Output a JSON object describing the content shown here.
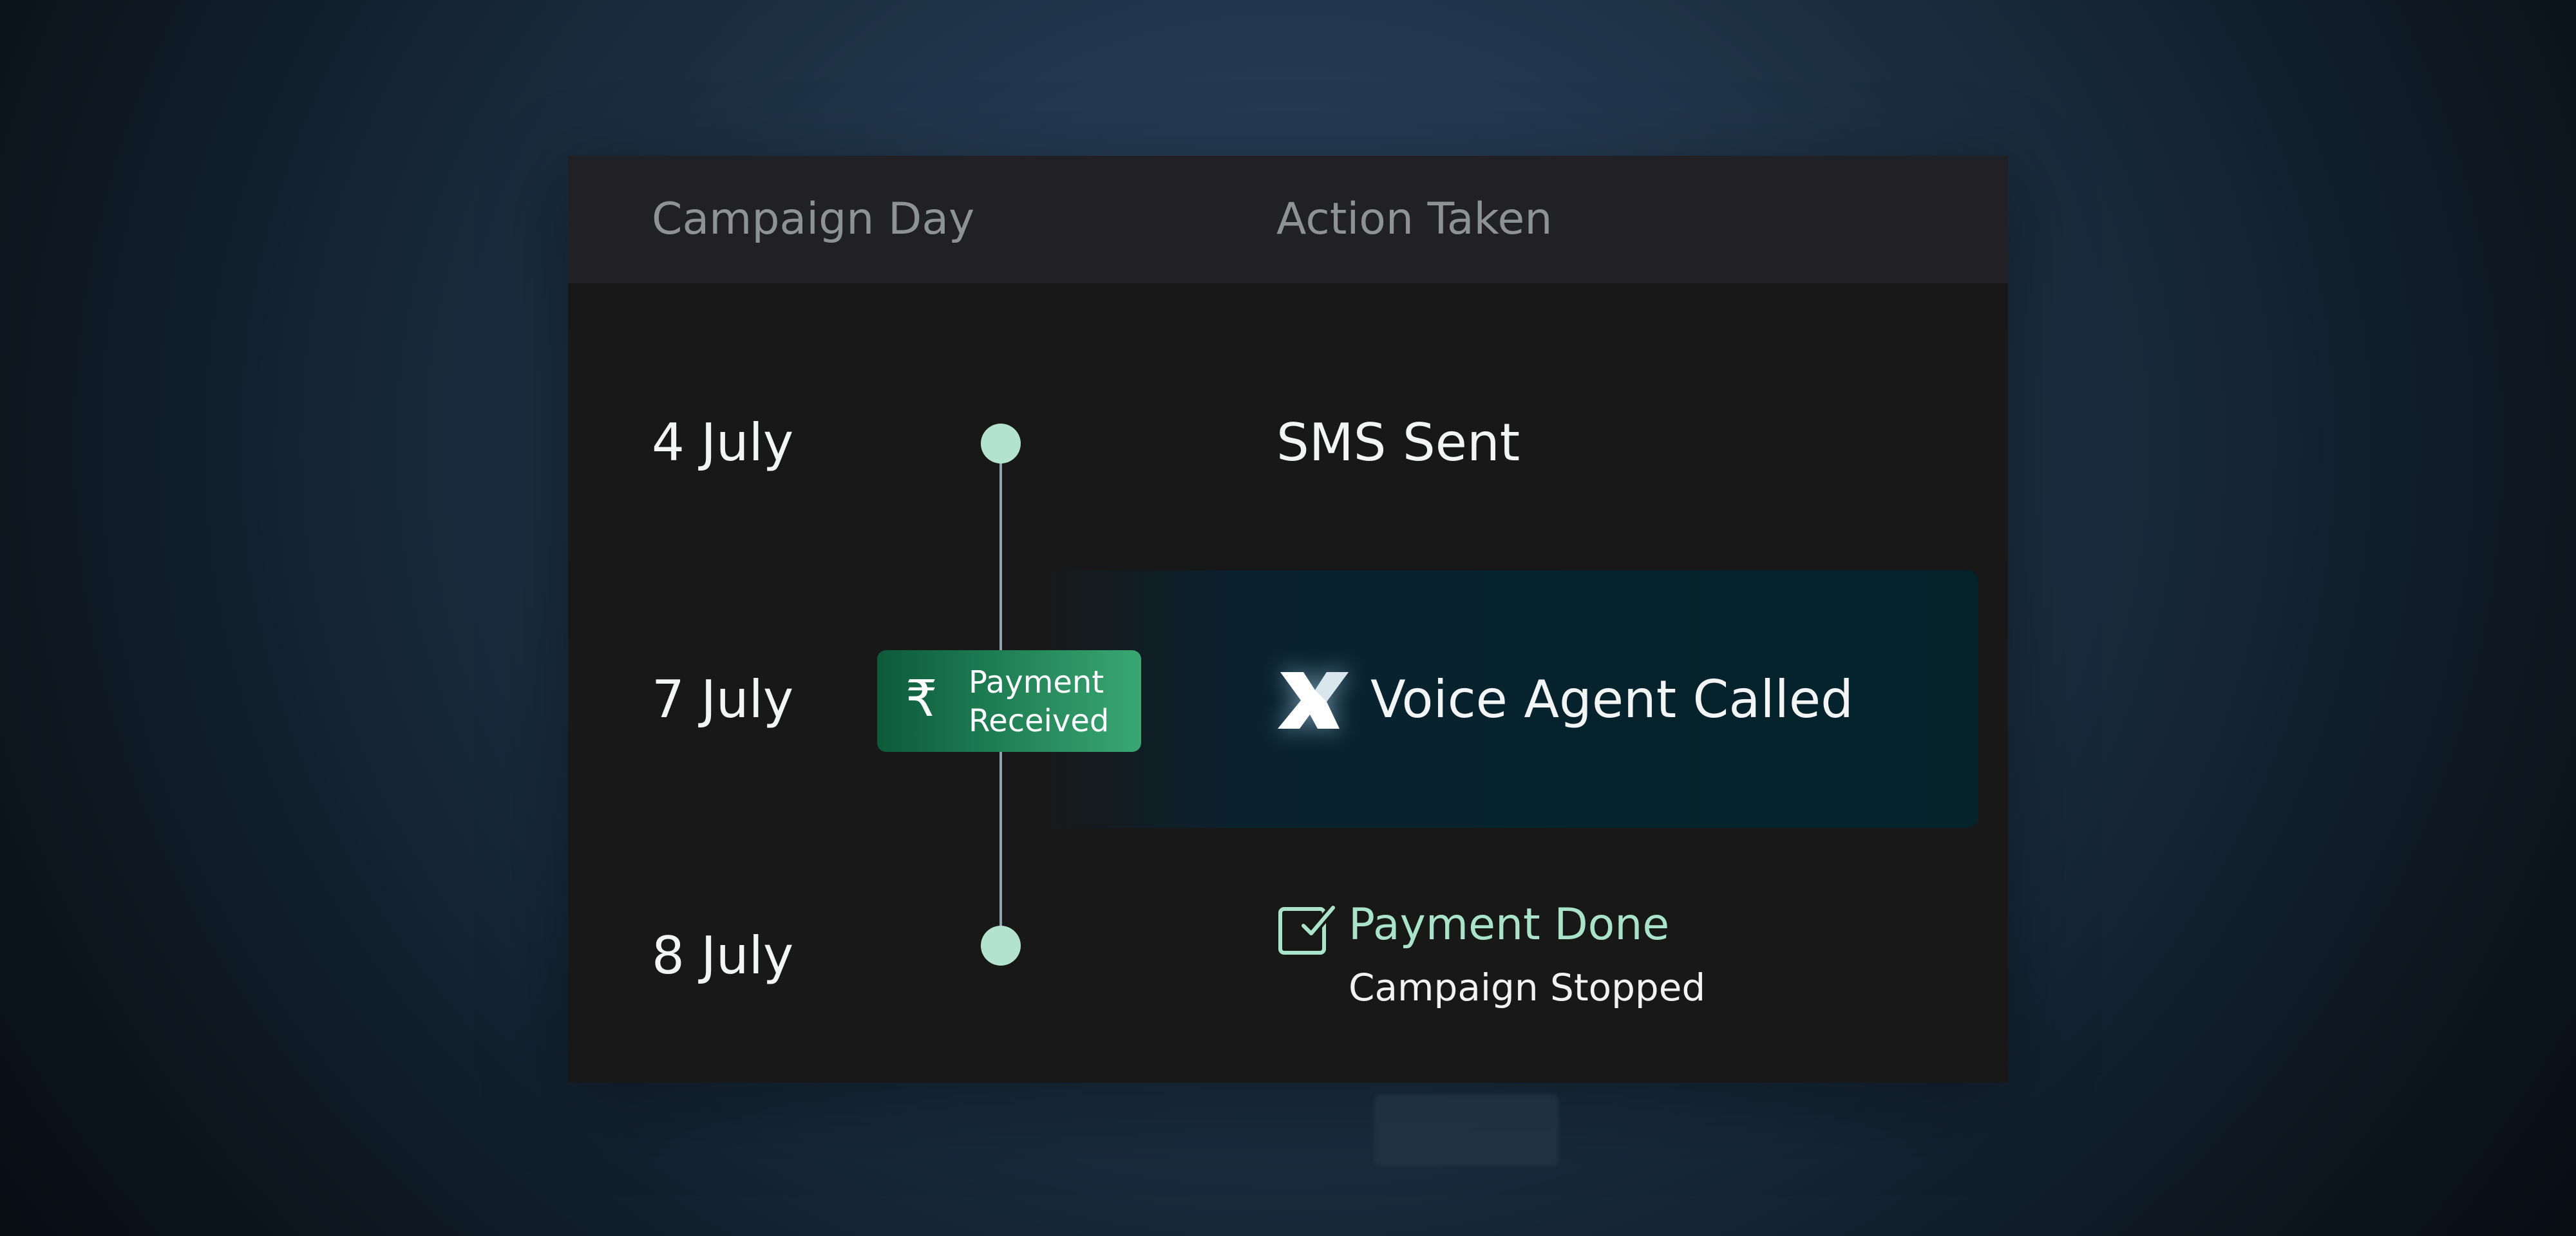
{
  "table": {
    "headers": {
      "day": "Campaign Day",
      "action": "Action Taken"
    },
    "rows": [
      {
        "day": "4 July",
        "action": "SMS Sent",
        "icon": null
      },
      {
        "day": "7 July",
        "action": "Voice Agent Called",
        "icon": "voice-agent-logo",
        "highlighted": true
      },
      {
        "day": "8 July",
        "action": "Payment Done",
        "sub": "Campaign Stopped",
        "icon": "checkbox-icon"
      }
    ]
  },
  "badge": {
    "symbol": "₹",
    "label": "Payment\nReceived"
  },
  "colors": {
    "background": "#22384f",
    "card": "#181818",
    "header": "#212024",
    "accent_green": "#b3e3cf",
    "badge_green": "#1e7e53",
    "highlight": "#06232d"
  }
}
